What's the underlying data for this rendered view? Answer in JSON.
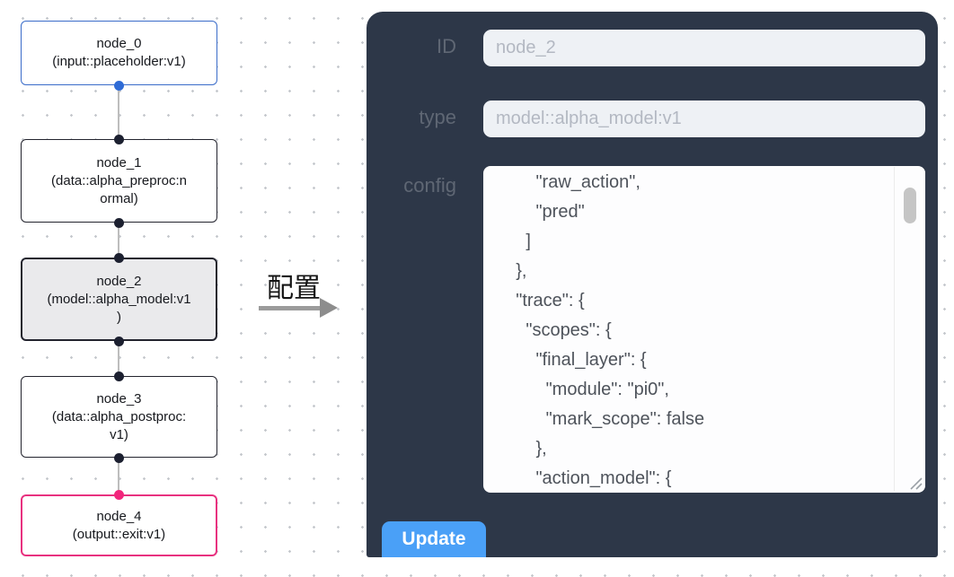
{
  "flow": {
    "nodes": [
      {
        "id": "node_0",
        "label": "node_0\n(input::placeholder:v1)"
      },
      {
        "id": "node_1",
        "label": "node_1\n(data::alpha_preproc:n\normal)"
      },
      {
        "id": "node_2",
        "label": "node_2\n(model::alpha_model:v1\n)",
        "selected": true
      },
      {
        "id": "node_3",
        "label": "node_3\n(data::alpha_postproc:\nv1)"
      },
      {
        "id": "node_4",
        "label": "node_4\n(output::exit:v1)"
      }
    ]
  },
  "arrow": {
    "label": "配置"
  },
  "panel": {
    "fields": {
      "id": {
        "label": "ID",
        "value": "node_2"
      },
      "type": {
        "label": "type",
        "value": "model::alpha_model:v1"
      },
      "config": {
        "label": "config",
        "value": "        \"raw_action\",\n        \"pred\"\n      ]\n    },\n    \"trace\": {\n      \"scopes\": {\n        \"final_layer\": {\n          \"module\": \"pi0\",\n          \"mark_scope\": false\n        },\n        \"action_model\": {"
      }
    },
    "update_button": "Update"
  },
  "colors": {
    "panel_bg": "#2d3748",
    "input_field_bg": "#eef1f5",
    "input_node_border": "#3a6cc9",
    "output_node_border": "#e8317f",
    "selected_node_fill": "#eaeaec",
    "default_node_border": "#23242e",
    "button_bg": "#4aa0f7",
    "port_blue": "#2e6bd6",
    "port_dark": "#1c2030",
    "port_pink": "#f2267c"
  }
}
